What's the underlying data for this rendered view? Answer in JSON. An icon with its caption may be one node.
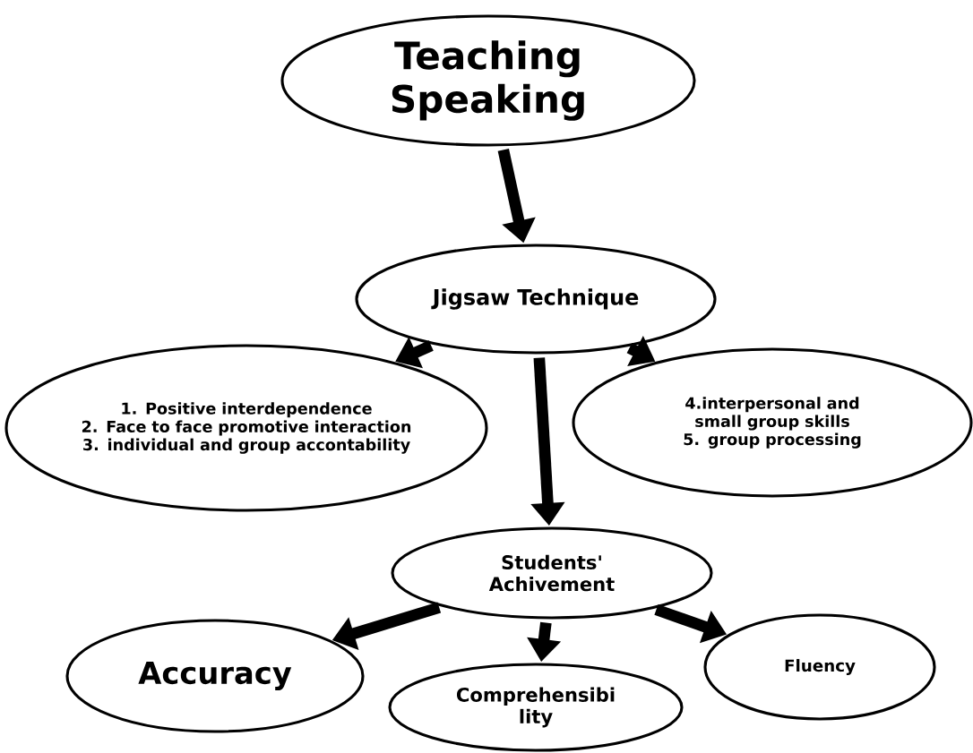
{
  "diagram": {
    "nodes": [
      {
        "text": [
          "Teaching Speaking"
        ]
      },
      {
        "text": [
          "Jigsaw Technique"
        ]
      },
      {
        "text": [
          "1. Positive interdependence",
          "2. Face to face promotive interaction",
          "3. individual and group accontability"
        ]
      },
      {
        "text": [
          "4.interpersonal and small group skills",
          "5. group processing"
        ]
      },
      {
        "text": [
          "Students' Achivement"
        ]
      },
      {
        "text": [
          "Accuracy"
        ]
      },
      {
        "text": [
          "Comprehensibi lity"
        ]
      },
      {
        "text": [
          "Fluency"
        ]
      }
    ],
    "edges": [
      {
        "from": 0,
        "to": 1,
        "arrow": "to"
      },
      {
        "from": 1,
        "to": 2,
        "arrow": "to"
      },
      {
        "from": 1,
        "to": 3,
        "arrow": "to"
      },
      {
        "from": 1,
        "to": 4,
        "arrow": "to"
      },
      {
        "from": 4,
        "to": 5,
        "arrow": "to"
      },
      {
        "from": 4,
        "to": 6,
        "arrow": "to"
      },
      {
        "from": 4,
        "to": 7,
        "arrow": "to"
      }
    ]
  }
}
